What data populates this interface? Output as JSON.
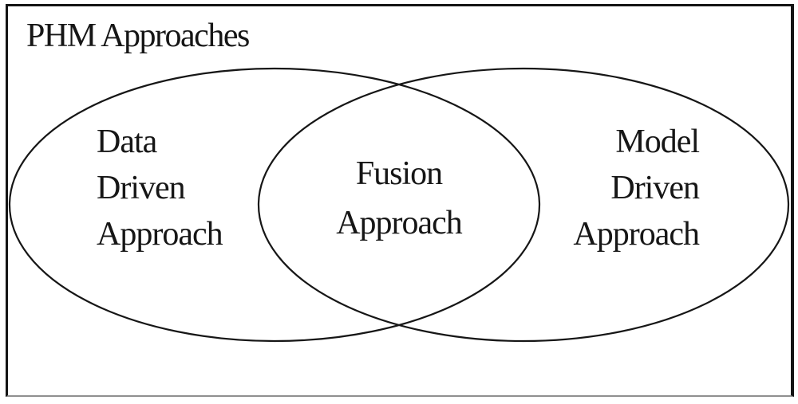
{
  "figure": {
    "title": "PHM Approaches",
    "left_region": {
      "name": "Data Driven Approach",
      "lines": [
        "Data",
        "Driven",
        "Approach"
      ]
    },
    "overlap_region": {
      "name": "Fusion Approach",
      "lines": [
        "Fusion",
        "Approach"
      ]
    },
    "right_region": {
      "name": "Model Driven Approach",
      "lines": [
        "Model",
        "Driven",
        "Approach"
      ]
    },
    "colors": {
      "ink": "#161616",
      "background": "#ffffff",
      "frame_border": "#141414",
      "frame_bottom_edge": "#8f8f8f"
    }
  }
}
